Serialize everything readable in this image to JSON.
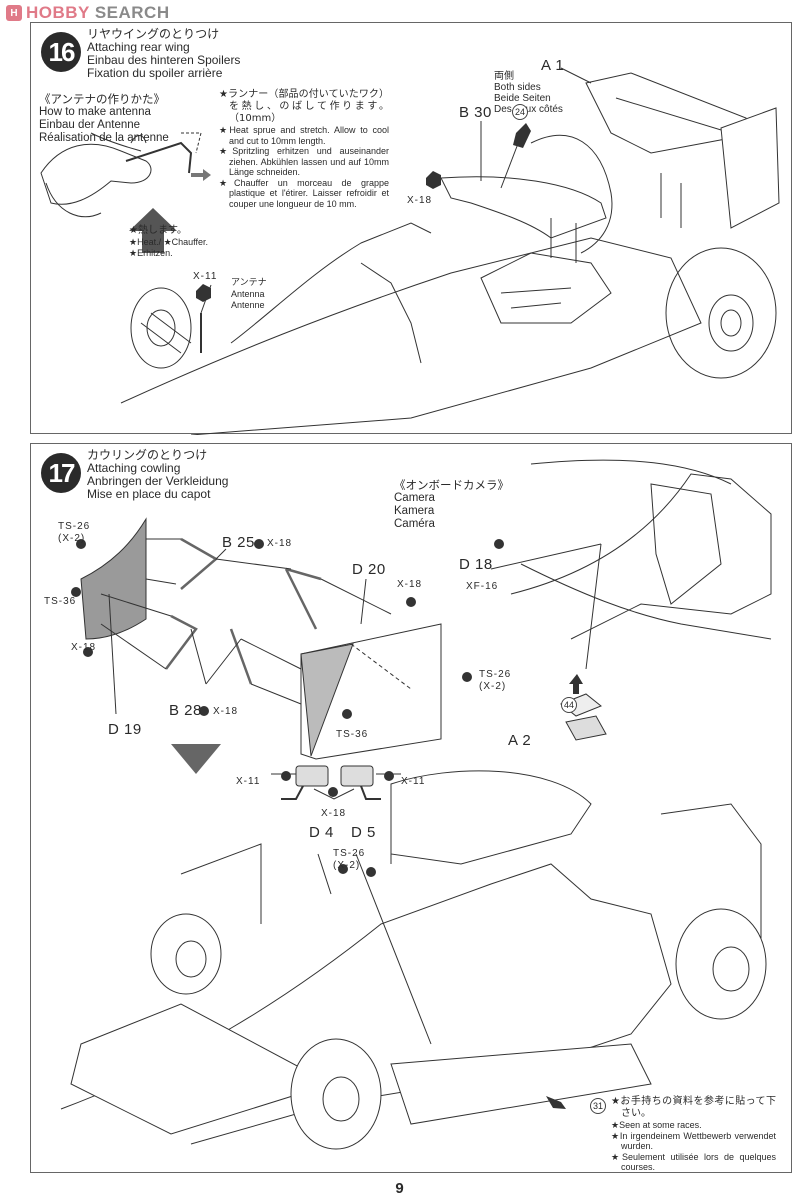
{
  "watermark": {
    "brand_a": "HOBBY",
    "brand_b": "SEARCH",
    "logo_icon": "hobby-search-logo-icon"
  },
  "step16": {
    "number": "16",
    "title_jp": "リヤウイングのとりつけ",
    "title_en": "Attaching rear wing",
    "title_de": "Einbau des hinteren Spoilers",
    "title_fr": "Fixation du spoiler arrière",
    "antenna_howto": {
      "jp": "《アンテナの作りかた》",
      "en": "How to make antenna",
      "de": "Einbau der Antenne",
      "fr": "Réalisation de la antenne"
    },
    "sprue_notes": {
      "jp": "★ランナー（部品の付いていたワク）を熱し、のばして作ります。（10mm）",
      "en": "★Heat sprue and stretch. Allow to cool and cut to 10mm length.",
      "de": "★Spritzling erhitzen und auseinander ziehen. Abkühlen lassen und auf 10mm Länge schneiden.",
      "fr": "★Chauffer un morceau de grappe plastique et l'étirer. Laisser refroidir et couper une longueur de 10 mm."
    },
    "heat_notes": {
      "jp": "★熱します。",
      "en_fr": "★Heat./ ★Chauffer.",
      "de": "★Erhitzen."
    },
    "antenna_label": {
      "paint": "X-11",
      "jp": "アンテナ",
      "en": "Antenna",
      "de": "Antenne"
    },
    "both_sides": {
      "jp": "両側",
      "en": "Both sides",
      "de": "Beide Seiten",
      "fr": "Des deux côtés"
    },
    "parts": {
      "a1": "A 1",
      "b30": "B 30",
      "decal_24": "24",
      "paint_b30": "X-18"
    }
  },
  "step17": {
    "number": "17",
    "title_jp": "カウリングのとりつけ",
    "title_en": "Attaching cowling",
    "title_de": "Anbringen der Verkleidung",
    "title_fr": "Mise en place du capot",
    "camera": {
      "jp": "《オンボードカメラ》",
      "en": "Camera",
      "de": "Kamera",
      "fr": "Caméra"
    },
    "labels": {
      "ts26_a": "TS-26",
      "x2_a": "(X-2)",
      "ts36_a": "TS-36",
      "x18_a": "X-18",
      "b25": "B 25",
      "b25_paint": "X-18",
      "b28": "B 28",
      "b28_paint": "X-18",
      "d19": "D 19",
      "d20": "D 20",
      "d20_paint": "X-18",
      "ts26_b": "TS-26",
      "x2_b": "(X-2)",
      "ts36_b": "TS-36",
      "d18": "D 18",
      "d18_paint": "XF-16",
      "decal_44": "44",
      "a2": "A 2",
      "mirror_paint_left": "X-11",
      "mirror_paint_right": "X-11",
      "mirror_stalk_paint": "X-18",
      "d4": "D 4",
      "d5": "D 5",
      "ts26_c": "TS-26",
      "x2_c": "(X-2)",
      "decal_31": "31"
    },
    "race_notes": {
      "jp": "★お手持ちの資料を参考に貼って下さい。",
      "en": "★Seen at some races.",
      "de": "★In irgendeinem Wettbewerb verwendet wurden.",
      "fr": "★Seulement utilisée lors de quelques courses."
    }
  },
  "page_number": "9"
}
